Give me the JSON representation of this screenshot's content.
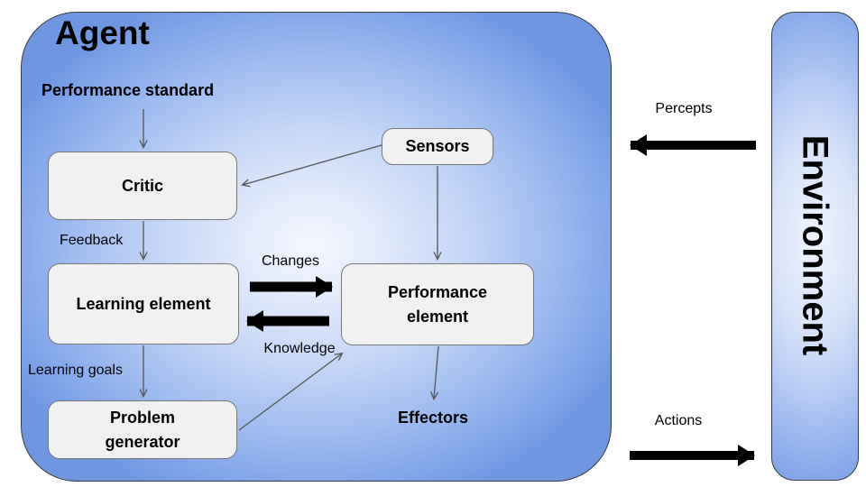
{
  "diagram": {
    "agent": {
      "title": "Agent"
    },
    "environment": {
      "title": "Environment"
    },
    "nodes": {
      "performance_standard": "Performance standard",
      "critic": "Critic",
      "sensors": "Sensors",
      "learning_element": "Learning element",
      "performance_element": "Performance\nelement",
      "problem_generator": "Problem\ngenerator",
      "effectors": "Effectors"
    },
    "edge_labels": {
      "feedback": "Feedback",
      "changes": "Changes",
      "knowledge": "Knowledge",
      "learning_goals": "Learning goals",
      "percepts": "Percepts",
      "actions": "Actions"
    },
    "colors": {
      "agent_gradient_edge": "#7096e2",
      "agent_gradient_center": "#f4f7fe",
      "node_fill": "#f1f1f1",
      "node_border": "#777777",
      "thin_arrow": "#555555",
      "thick_arrow": "#000000",
      "text": "#000000"
    }
  }
}
